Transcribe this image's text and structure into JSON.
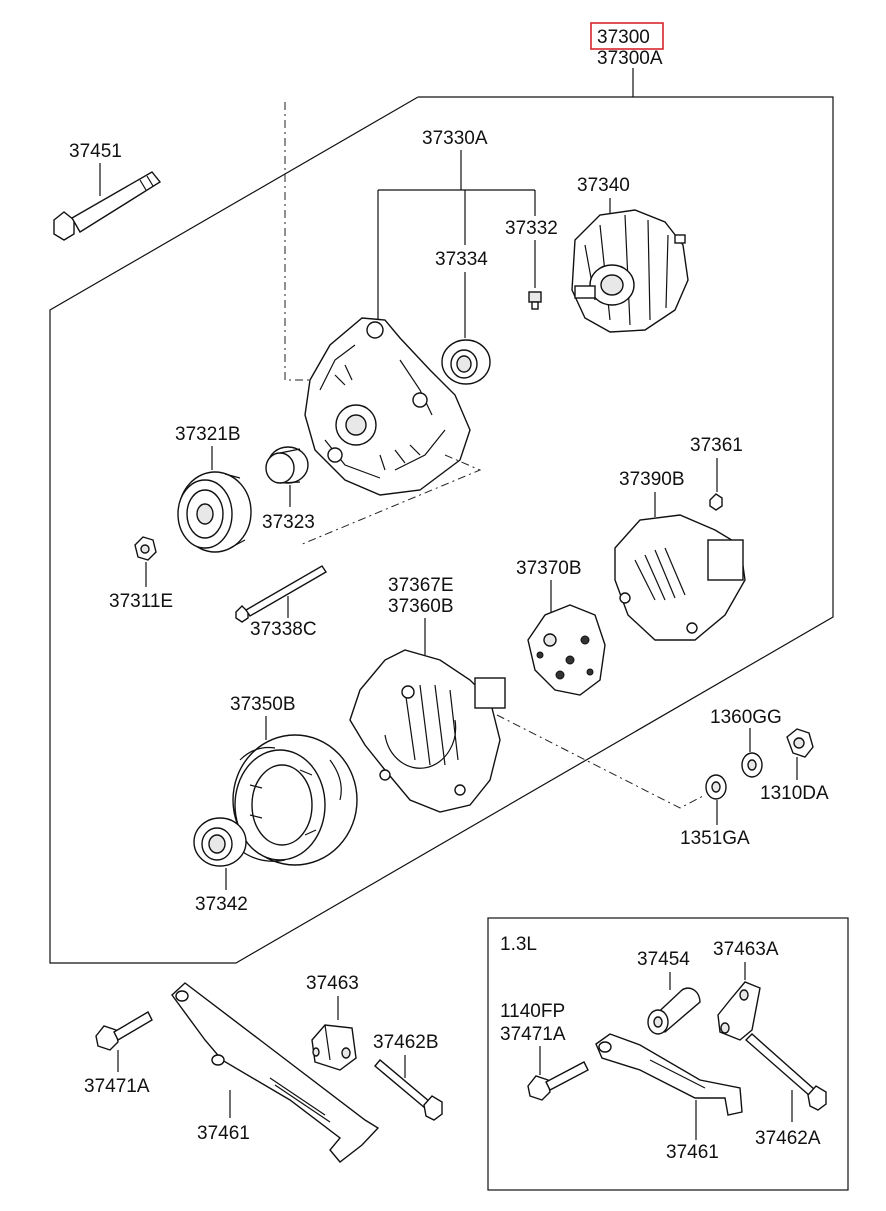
{
  "assembly": {
    "highlighted_part": "37300",
    "alt_part": "37300A"
  },
  "labels": {
    "p37451": "37451",
    "p37330A": "37330A",
    "p37332": "37332",
    "p37334": "37334",
    "p37340": "37340",
    "p37321B": "37321B",
    "p37323": "37323",
    "p37361": "37361",
    "p37390B": "37390B",
    "p37311E": "37311E",
    "p37338C": "37338C",
    "p37367E": "37367E",
    "p37360B": "37360B",
    "p37370B": "37370B",
    "p37350B": "37350B",
    "p1360GG": "1360GG",
    "p1310DA": "1310DA",
    "p1351GA": "1351GA",
    "p37342": "37342",
    "p37463": "37463",
    "p37462B": "37462B",
    "p37471A": "37471A",
    "p37461": "37461"
  },
  "inset": {
    "title": "1.3L",
    "p37454": "37454",
    "p37463A": "37463A",
    "p1140FP": "1140FP",
    "p37471A": "37471A",
    "p37461": "37461",
    "p37462A": "37462A"
  },
  "colors": {
    "highlight_box": "#d9262b",
    "line": "#111111"
  }
}
